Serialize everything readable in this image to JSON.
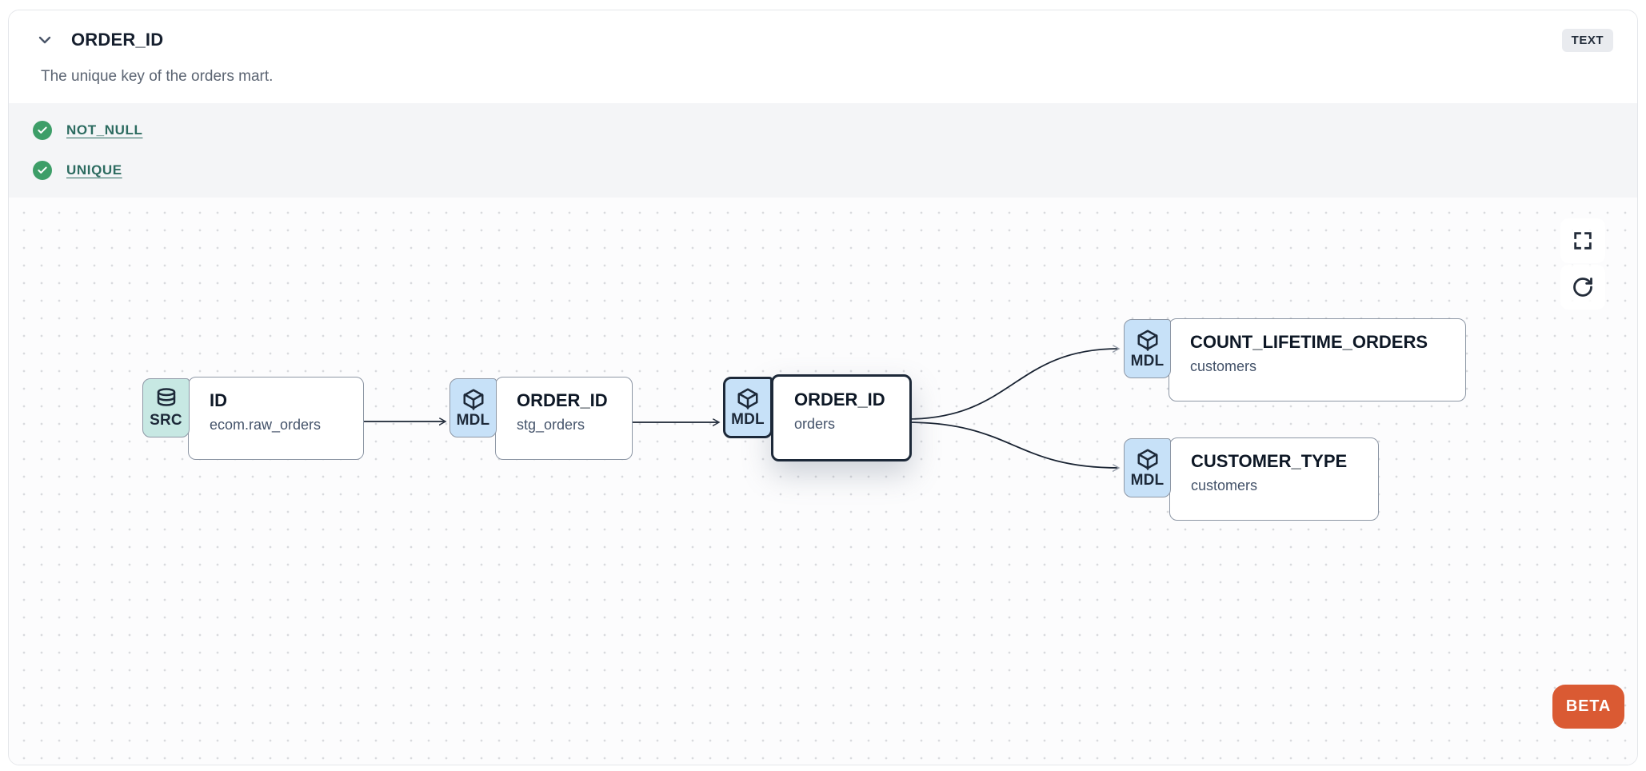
{
  "header": {
    "title": "ORDER_ID",
    "type_badge": "TEXT",
    "description": "The unique key of the orders mart."
  },
  "tests": [
    {
      "label": "NOT_NULL",
      "status": "pass"
    },
    {
      "label": "UNIQUE",
      "status": "pass"
    }
  ],
  "lineage": {
    "nodes": [
      {
        "badge": "SRC",
        "icon": "database-icon",
        "title": "ID",
        "subtitle": "ecom.raw_orders",
        "selected": false
      },
      {
        "badge": "MDL",
        "icon": "cube-icon",
        "title": "ORDER_ID",
        "subtitle": "stg_orders",
        "selected": false
      },
      {
        "badge": "MDL",
        "icon": "cube-icon",
        "title": "ORDER_ID",
        "subtitle": "orders",
        "selected": true
      },
      {
        "badge": "MDL",
        "icon": "cube-icon",
        "title": "COUNT_LIFETIME_ORDERS",
        "subtitle": "customers",
        "selected": false
      },
      {
        "badge": "MDL",
        "icon": "cube-icon",
        "title": "CUSTOMER_TYPE",
        "subtitle": "customers",
        "selected": false
      }
    ],
    "edges": [
      {
        "from": "ID",
        "to": "ORDER_ID (stg_orders)"
      },
      {
        "from": "ORDER_ID (stg_orders)",
        "to": "ORDER_ID (orders)"
      },
      {
        "from": "ORDER_ID (orders)",
        "to": "COUNT_LIFETIME_ORDERS"
      },
      {
        "from": "ORDER_ID (orders)",
        "to": "CUSTOMER_TYPE"
      }
    ]
  },
  "controls": {
    "beta_label": "BETA"
  },
  "colors": {
    "accent_orange": "#da5a33",
    "test_pass_green": "#3d9e68",
    "test_link_teal": "#2c6b60",
    "badge_src_bg": "#c7e8e3",
    "badge_mdl_bg": "#c7e1f8",
    "node_border": "#8d97a5",
    "selected_border": "#1d2939",
    "edge": "#1a2433"
  }
}
